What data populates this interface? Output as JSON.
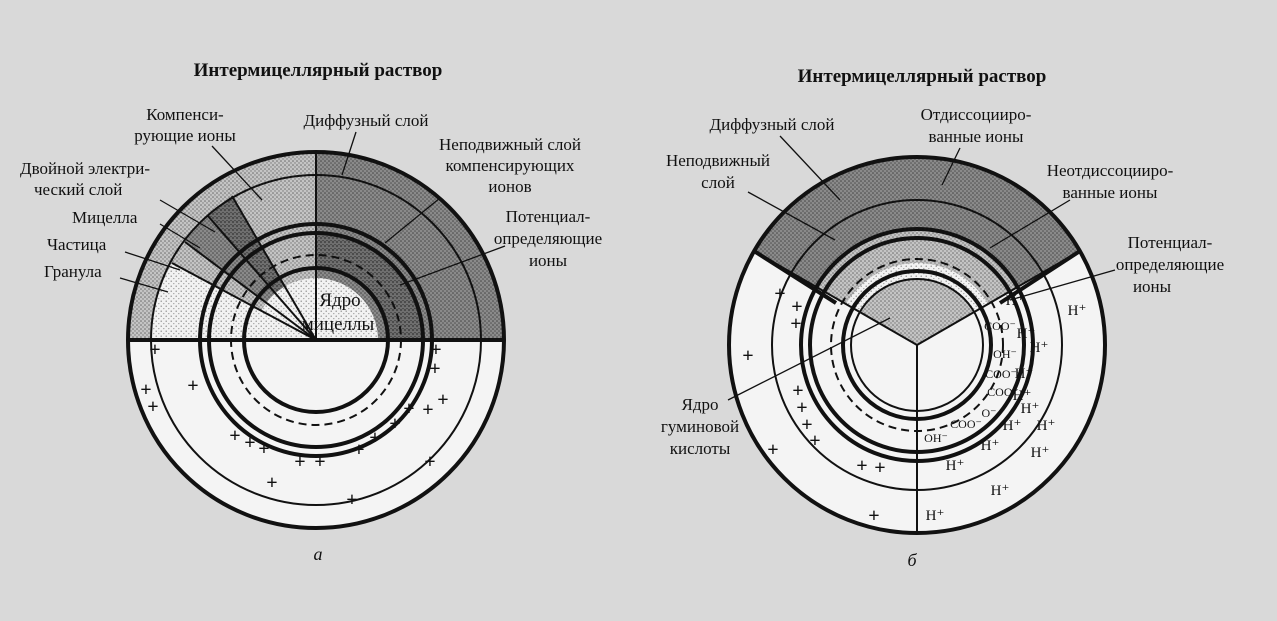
{
  "diagram_a": {
    "title": "Интермицеллярный раствор",
    "caption": "а",
    "labels": {
      "compensating_ions": [
        "Компенси-",
        "рующие ионы"
      ],
      "diffuse_layer": [
        "Диффузный слой"
      ],
      "fixed_layer": [
        "Неподвижный слой",
        "компенсирующих",
        "ионов"
      ],
      "double_layer": [
        "Двойной электри-",
        "ческий слой"
      ],
      "micelle": [
        "Мицелла"
      ],
      "particle": [
        "Частица"
      ],
      "granule": [
        "Гранула"
      ],
      "potential_ions": [
        "Потенциал-",
        "определяющие",
        "ионы"
      ],
      "core": [
        "Ядро",
        "мицеллы"
      ]
    },
    "plus_sign": "+"
  },
  "diagram_b": {
    "title": "Интермицеллярный раствор",
    "caption": "б",
    "labels": {
      "diffuse_layer": [
        "Диффузный слой"
      ],
      "dissociated_ions": [
        "Отдиссоцииро-",
        "ванные ионы"
      ],
      "fixed_layer": [
        "Неподвижный",
        "слой"
      ],
      "undissociated_ions": [
        "Неотдиссоцииро-",
        "ванные ионы"
      ],
      "potential_ions": [
        "Потенциал-",
        "определяющие",
        "ионы"
      ],
      "core": [
        "Ядро",
        "гуминовой",
        "кислоты"
      ]
    },
    "ions": [
      "COO⁻",
      "OH⁻",
      "COO⁻",
      "COO⁻",
      "O⁻",
      "COO⁻",
      "OH⁻"
    ],
    "h_ion": "H⁺",
    "plus_sign": "+"
  }
}
